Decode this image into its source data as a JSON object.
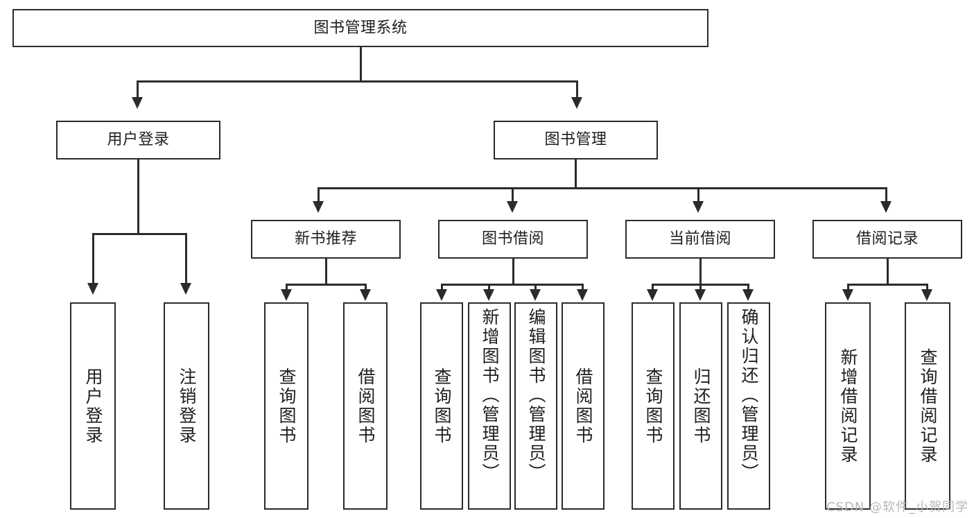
{
  "diagram": {
    "title": "图书管理系统",
    "watermark": "CSDN @软件_小贺同学",
    "root": {
      "label": "图书管理系统"
    },
    "level2": [
      {
        "label": "用户登录"
      },
      {
        "label": "图书管理"
      }
    ],
    "level3": [
      {
        "label": "新书推荐"
      },
      {
        "label": "图书借阅"
      },
      {
        "label": "当前借阅"
      },
      {
        "label": "借阅记录"
      }
    ],
    "leaves": {
      "user_login": [
        {
          "label": "用户登录"
        },
        {
          "label": "注销登录"
        }
      ],
      "new_book_recommend": [
        {
          "label": "查询图书"
        },
        {
          "label": "借阅图书"
        }
      ],
      "book_borrow": [
        {
          "label": "查询图书"
        },
        {
          "label": "新增图书（管理员）"
        },
        {
          "label": "编辑图书（管理员）"
        },
        {
          "label": "借阅图书"
        }
      ],
      "current_borrow": [
        {
          "label": "查询图书"
        },
        {
          "label": "归还图书"
        },
        {
          "label": "确认归还（管理员）"
        }
      ],
      "borrow_record": [
        {
          "label": "新增借阅记录"
        },
        {
          "label": "查询借阅记录"
        }
      ]
    }
  },
  "colors": {
    "stroke": "#2b2b2b",
    "text": "#1e1e1e",
    "background": "#ffffff",
    "watermark": "#b8b8b8"
  }
}
